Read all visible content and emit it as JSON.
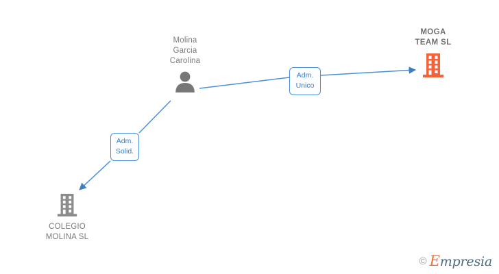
{
  "graph": {
    "background_color": "#ffffff",
    "edge_color": "#3d7fc1",
    "nodes": [
      {
        "id": "person",
        "kind": "person",
        "icon": "person-icon",
        "label": "Molina\nGarcia\nCarolina",
        "color": "#7b7b7b",
        "bold": false
      },
      {
        "id": "moga",
        "kind": "company",
        "icon": "building-icon",
        "label": "MOGA\nTEAM  SL",
        "color": "#f4623a",
        "bold": true
      },
      {
        "id": "colegio",
        "kind": "company",
        "icon": "building-icon",
        "label": "COLEGIO\nMOLINA  SL",
        "color": "#8c8c8c",
        "bold": false
      }
    ],
    "edges": [
      {
        "id": "edge-adm-unico",
        "from": "person",
        "to": "moga",
        "label": "Adm.\nUnico"
      },
      {
        "id": "edge-adm-solid",
        "from": "person",
        "to": "colegio",
        "label": "Adm.\nSolid."
      }
    ]
  },
  "watermark": {
    "copyright": "©",
    "brand_initial": "E",
    "brand_rest": "mpresia"
  }
}
